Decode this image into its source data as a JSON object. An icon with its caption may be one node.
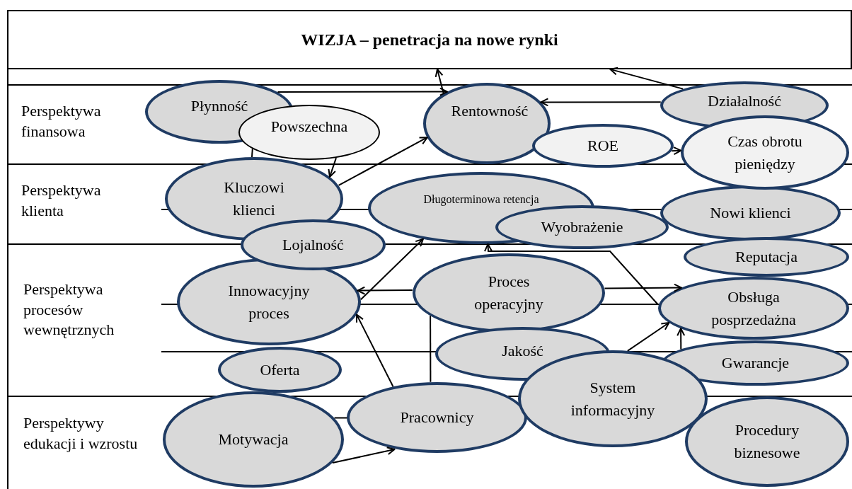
{
  "diagram": {
    "nodes": [
      {
        "text": [
          "WIZJA – penetracja na nowe rynki"
        ]
      },
      {
        "text": [
          "Płynność"
        ]
      },
      {
        "text": [
          "Rentowność"
        ]
      },
      {
        "text": [
          "Działalność"
        ]
      },
      {
        "text": [
          "Powszechna"
        ]
      },
      {
        "text": [
          "ROE"
        ]
      },
      {
        "text": [
          "Czas obrotu pieniędzy"
        ]
      },
      {
        "text": [
          "Kluczowi klienci"
        ]
      },
      {
        "text": [
          "Długoterminowa retencja"
        ]
      },
      {
        "text": [
          "Nowi klienci"
        ]
      },
      {
        "text": [
          "Wyobrażenie"
        ]
      },
      {
        "text": [
          "Lojalność"
        ]
      },
      {
        "text": [
          "Reputacja"
        ]
      },
      {
        "text": [
          "Innowacyjny proces"
        ]
      },
      {
        "text": [
          "Proces operacyjny"
        ]
      },
      {
        "text": [
          "Obsługa posprzedażna"
        ]
      },
      {
        "text": [
          "Jakość"
        ]
      },
      {
        "text": [
          "Gwarancje"
        ]
      },
      {
        "text": [
          "Oferta"
        ]
      },
      {
        "text": [
          "System informacyjny"
        ]
      },
      {
        "text": [
          "Pracownicy"
        ]
      },
      {
        "text": [
          "Motywacja"
        ]
      },
      {
        "text": [
          "Procedury biznesowe"
        ]
      }
    ],
    "edges": [
      {
        "from": 1,
        "to": 2,
        "arrow": "to"
      },
      {
        "from": 2,
        "to": 0,
        "arrow": "to"
      },
      {
        "from": 3,
        "to": 0,
        "arrow": "to"
      },
      {
        "from": 3,
        "to": 2,
        "arrow": "to"
      },
      {
        "from": 7,
        "to": 2,
        "arrow": "to"
      },
      {
        "from": 4,
        "to": 7,
        "arrow": "to"
      },
      {
        "from": 4,
        "to": 7,
        "arrow": "none"
      },
      {
        "from": 5,
        "to": 6,
        "arrow": "to"
      },
      {
        "from": 13,
        "to": 8,
        "arrow": "to"
      },
      {
        "from": 15,
        "to": 8,
        "arrow": "to"
      },
      {
        "from": 14,
        "to": 13,
        "arrow": "to"
      },
      {
        "from": 14,
        "to": 15,
        "arrow": "to"
      },
      {
        "from": 20,
        "to": 13,
        "arrow": "to"
      },
      {
        "from": 19,
        "to": 15,
        "arrow": "to"
      },
      {
        "from": 17,
        "to": 15,
        "arrow": "to"
      },
      {
        "from": 21,
        "to": 20,
        "arrow": "to"
      },
      {
        "from": 21,
        "to": 20,
        "arrow": "none"
      },
      {
        "from": 20,
        "to": 14,
        "arrow": "none"
      }
    ],
    "labels": [
      "Perspektywa finansowa",
      "Perspektywa klienta",
      "Perspektywa procesów wewnętrznych",
      "Perspektywy edukacji i wzrostu"
    ]
  }
}
